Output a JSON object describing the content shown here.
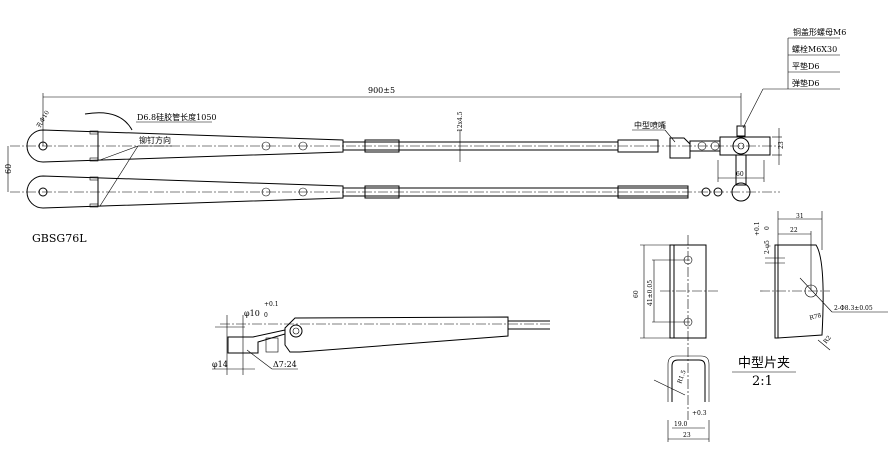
{
  "title_block": {
    "part_number": "GBSG76L"
  },
  "main_view": {
    "overall_length": "900±5",
    "arm_spacing": "60",
    "hole_label": "孔Φ10",
    "hose_note": "D6.8硅胶管长度1050",
    "rivet_note": "铆钉方向",
    "rod_size": "12x4.5",
    "nozzle_note": "中型喷嘴",
    "bracket_height": "23",
    "bracket_width": "60"
  },
  "hardware_list": [
    "铜盖形螺母M6",
    "螺栓M6X30",
    "平垫D6",
    "弹垫D6"
  ],
  "side_view": {
    "bore_dim": "φ10",
    "bore_tol_upper": "+0.1",
    "bore_tol_lower": "0",
    "outer_dim": "φ14",
    "taper": "Δ7:24"
  },
  "clip_detail": {
    "title": "中型片夹",
    "scale": "2:1",
    "height": "60",
    "hole_spacing": "41±0.05",
    "slot_holes": "2-φ5",
    "slot_tol_upper": "+0.1",
    "slot_tol_lower": "0",
    "width_total": "31",
    "width_inner": "22",
    "holes": "2-Φ8.3±0.05",
    "radius_large": "R78",
    "radius_small": "R2",
    "bend_radius": "R1.5",
    "inner_width": "19.0",
    "inner_tol": "+0.3",
    "outer_width": "23"
  }
}
